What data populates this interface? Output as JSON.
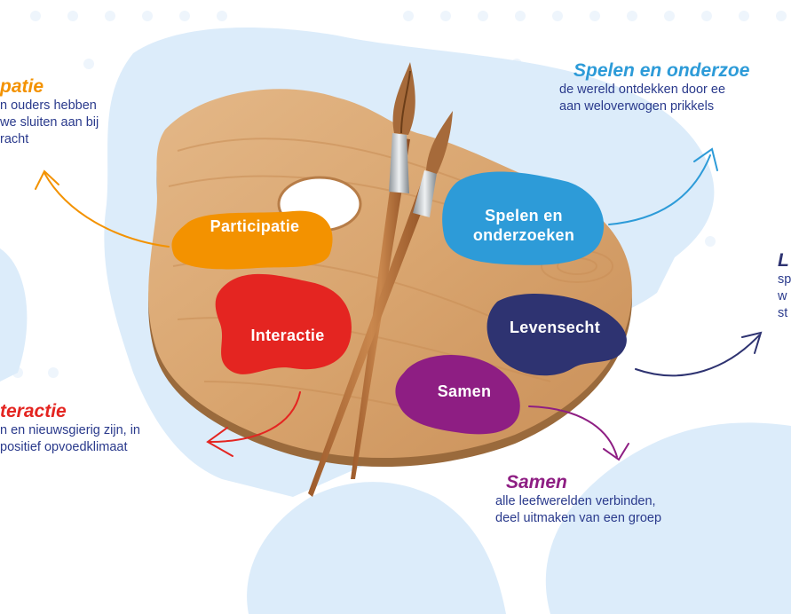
{
  "colors": {
    "participatie": "#f39200",
    "interactie": "#e42521",
    "spelen": "#2d9bd8",
    "levensecht": "#2e3371",
    "samen": "#8e1e83",
    "description_text": "#2a3a8c",
    "background_shape": "#dcecfa",
    "palette_wood": "#d9a874"
  },
  "palette": {
    "blobs": [
      {
        "key": "participatie",
        "label": "Participatie"
      },
      {
        "key": "interactie",
        "label": "Interactie"
      },
      {
        "key": "spelen",
        "label": "Spelen en onderzoeken"
      },
      {
        "key": "levensecht",
        "label": "Levensecht"
      },
      {
        "key": "samen",
        "label": "Samen"
      }
    ]
  },
  "captions": {
    "participatie": {
      "title": "patie",
      "lines": [
        "n ouders hebben",
        "we sluiten aan bij",
        "racht"
      ]
    },
    "interactie": {
      "title": "teractie",
      "lines": [
        "n en nieuwsgierig zijn, in",
        "positief opvoedklimaat"
      ]
    },
    "spelen": {
      "title": "Spelen en onderzoe",
      "lines": [
        "de wereld ontdekken door ee",
        "aan weloverwogen prikkels"
      ]
    },
    "levensecht": {
      "title": "L",
      "lines": [
        "sp",
        "w",
        "st"
      ]
    },
    "samen": {
      "title": "Samen",
      "lines": [
        "alle leefwerelden verbinden,",
        "deel uitmaken van een groep"
      ]
    }
  }
}
